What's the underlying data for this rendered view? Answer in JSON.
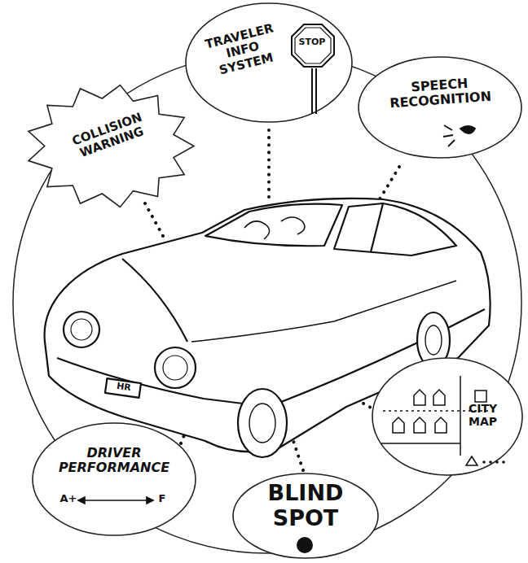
{
  "diagram": {
    "nodes": [
      {
        "text": [
          "COLLISION WARNING"
        ]
      },
      {
        "text": [
          "TRAVELER INFO SYSTEM",
          "STOP"
        ]
      },
      {
        "text": [
          "SPEECH RECOGNITION"
        ]
      },
      {
        "text": [
          "CITY MAP"
        ]
      },
      {
        "text": [
          "BLIND SPOT"
        ]
      },
      {
        "text": [
          "DRIVER PERFORMANCE",
          "A+",
          "F"
        ]
      }
    ],
    "labels": [
      "HR"
    ]
  }
}
